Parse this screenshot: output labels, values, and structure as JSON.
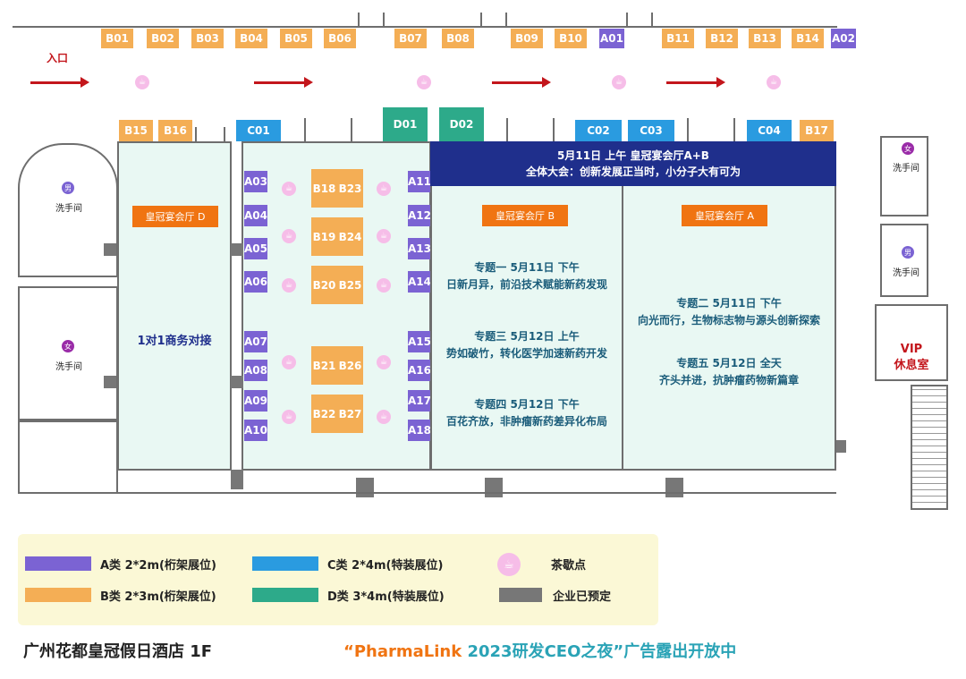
{
  "entrance": "入口",
  "top_booths": [
    {
      "id": "B01",
      "t": "B"
    },
    {
      "id": "B02",
      "t": "B"
    },
    {
      "id": "B03",
      "t": "B"
    },
    {
      "id": "B04",
      "t": "B"
    },
    {
      "id": "B05",
      "t": "B"
    },
    {
      "id": "B06",
      "t": "B"
    },
    {
      "id": "B07",
      "t": "B"
    },
    {
      "id": "B08",
      "t": "B"
    },
    {
      "id": "B09",
      "t": "B"
    },
    {
      "id": "B10",
      "t": "B"
    },
    {
      "id": "A01",
      "t": "A"
    },
    {
      "id": "B11",
      "t": "B"
    },
    {
      "id": "B12",
      "t": "B"
    },
    {
      "id": "B13",
      "t": "B"
    },
    {
      "id": "B14",
      "t": "B"
    },
    {
      "id": "A02",
      "t": "A"
    }
  ],
  "row2_booths": [
    {
      "id": "B15",
      "t": "B"
    },
    {
      "id": "B16",
      "t": "B"
    },
    {
      "id": "C01",
      "t": "C"
    },
    {
      "id": "D01",
      "t": "D"
    },
    {
      "id": "D02",
      "t": "D"
    },
    {
      "id": "C02",
      "t": "C"
    },
    {
      "id": "C03",
      "t": "C"
    },
    {
      "id": "C04",
      "t": "C"
    },
    {
      "id": "B17",
      "t": "B"
    }
  ],
  "hall_a_left_booths": [
    "A03",
    "A04",
    "A05",
    "A06",
    "A07",
    "A08",
    "A09",
    "A10"
  ],
  "hall_a_right_booths": [
    "A11",
    "A12",
    "A13",
    "A14",
    "A15",
    "A16",
    "A17",
    "A18"
  ],
  "hall_b_center_booths": [
    "B18",
    "B23",
    "B19",
    "B24",
    "B20",
    "B25",
    "B21",
    "B26",
    "B22",
    "B27"
  ],
  "restrooms": {
    "male": "男",
    "female": "女",
    "label": "洗手间"
  },
  "hall_d": {
    "tag": "皇冠宴会厅 D",
    "text": "1对1商务对接"
  },
  "plenary": {
    "line1": "5月11日 上午 皇冠宴会厅A+B",
    "line2": "全体大会：创新发展正当时，小分子大有可为"
  },
  "hall_b": {
    "tag": "皇冠宴会厅 B",
    "sessions": [
      {
        "title": "专题一  5月11日 下午",
        "desc": "日新月异，前沿技术赋能新药发现"
      },
      {
        "title": "专题三  5月12日 上午",
        "desc": "势如破竹，转化医学加速新药开发"
      },
      {
        "title": "专题四  5月12日 下午",
        "desc": "百花齐放，非肿瘤新药差异化布局"
      }
    ]
  },
  "hall_a": {
    "tag": "皇冠宴会厅 A",
    "sessions": [
      {
        "title": "专题二  5月11日 下午",
        "desc": "向光而行，生物标志物与源头创新探索"
      },
      {
        "title": "专题五  5月12日 全天",
        "desc": "齐头并进，抗肿瘤药物新篇章"
      }
    ]
  },
  "vip": {
    "line1": "VIP",
    "line2": "休息室"
  },
  "legend": {
    "a": "A类 2*2m(桁架展位)",
    "b": "B类 2*3m(桁架展位)",
    "c": "C类 2*4m(特装展位)",
    "d": "D类 3*4m(特装展位)",
    "tea": "茶歇点",
    "reserved": "企业已预定"
  },
  "colors": {
    "A": "#7b63d3",
    "B": "#f4ae55",
    "C": "#2a9be0",
    "D": "#2daa8a",
    "tag": "#f07412",
    "plenary": "#1f2f8c",
    "reserved": "#777777",
    "tea": "#f6bde8"
  },
  "footer": {
    "venue": "广州花都皇冠假日酒店 1F",
    "q1": "“",
    "brand": "PharmaLink",
    "year": " 2023",
    "event": "研发CEO之夜",
    "q2": "”",
    "suffix": "广告露出开放中"
  }
}
